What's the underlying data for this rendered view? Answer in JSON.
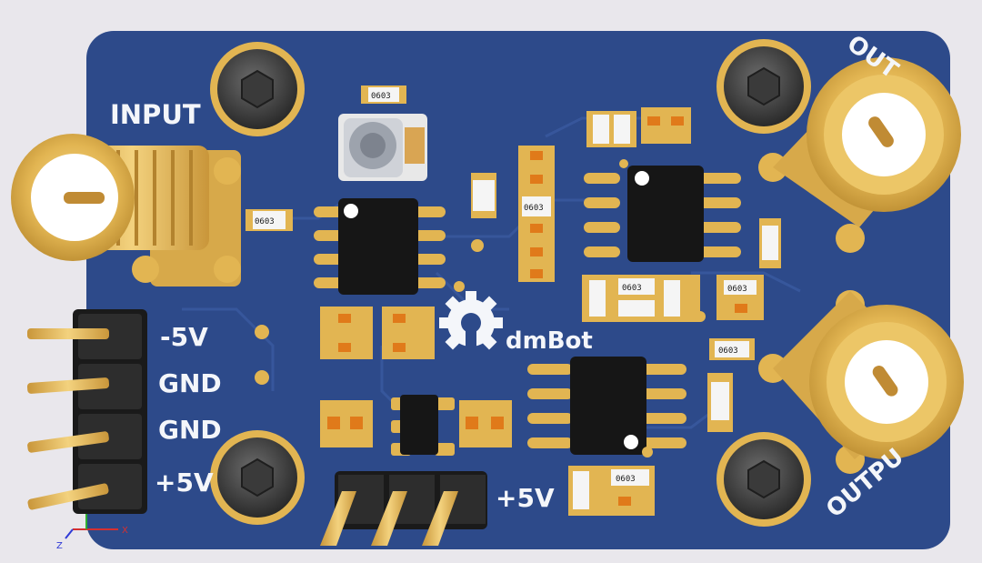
{
  "board": {
    "input_label": "INPUT",
    "output_top_label": "OUT",
    "output_bottom_label": "OUTPU",
    "header_labels": [
      "-5V",
      "GND",
      "GND",
      "+5V"
    ],
    "jumper_label": "+5V",
    "logo_text": "dmBot",
    "resistor_marking": "0603"
  },
  "axis_indicator": {
    "x": "X",
    "z": "Z"
  },
  "colors": {
    "pcb": "#2d4a8a",
    "gold": "#e2b552",
    "silkscreen": "#f4f6fa",
    "background": "#e9e7ec"
  }
}
